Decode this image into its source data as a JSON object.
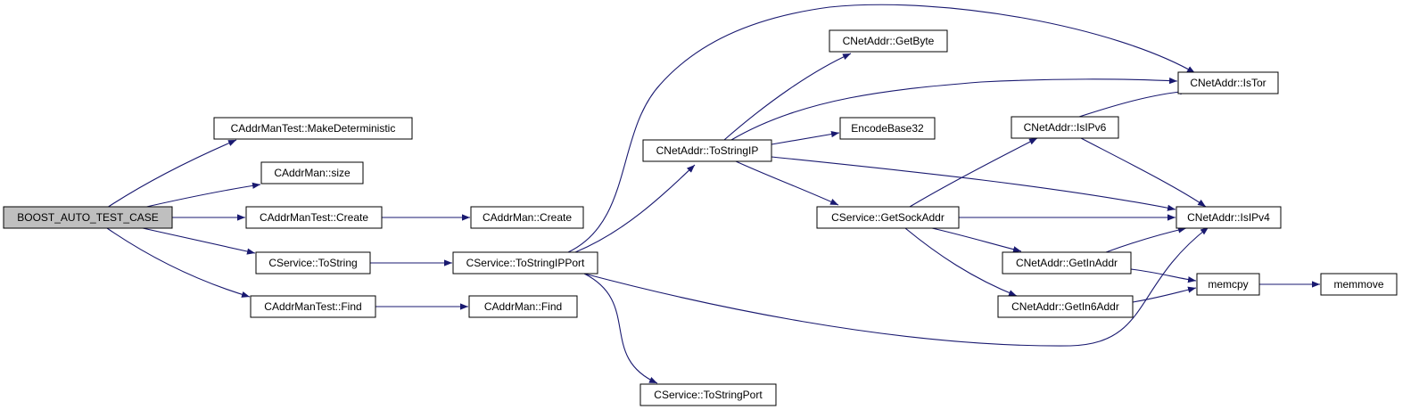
{
  "diagram": {
    "colors": {
      "edge": "#191970",
      "node_border": "#000000",
      "root_fill": "#bfbfbf",
      "node_fill": "#ffffff"
    },
    "nodes": {
      "root": "BOOST_AUTO_TEST_CASE",
      "make_deterministic": "CAddrManTest::MakeDeterministic",
      "addrman_size": "CAddrMan::size",
      "addrmantest_create": "CAddrManTest::Create",
      "addrman_create": "CAddrMan::Create",
      "service_tostring": "CService::ToString",
      "service_tostringipport": "CService::ToStringIPPort",
      "addrmantest_find": "CAddrManTest::Find",
      "addrman_find": "CAddrMan::Find",
      "service_tostringport": "CService::ToStringPort",
      "netaddr_getbyte": "CNetAddr::GetByte",
      "netaddr_tostringip": "CNetAddr::ToStringIP",
      "encodebase32": "EncodeBase32",
      "netaddr_istor": "CNetAddr::IsTor",
      "netaddr_isipv6": "CNetAddr::IsIPv6",
      "service_getsockaddr": "CService::GetSockAddr",
      "netaddr_isipv4": "CNetAddr::IsIPv4",
      "netaddr_getinaddr": "CNetAddr::GetInAddr",
      "netaddr_getin6addr": "CNetAddr::GetIn6Addr",
      "memcpy": "memcpy",
      "memmove": "memmove"
    }
  }
}
